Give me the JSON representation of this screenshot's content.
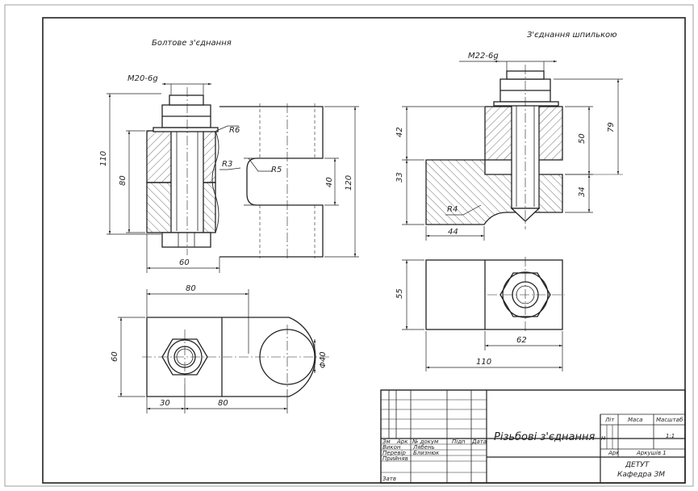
{
  "titles": {
    "bolt": "Болтове з'єднання",
    "stud": "З'єднання шпилькою"
  },
  "bolt_view": {
    "thread": "M20-6g",
    "r6": "R6",
    "r3": "R3",
    "r5": "R5",
    "d110": "110",
    "d80": "80",
    "d60": "60",
    "d40": "40",
    "d120": "120"
  },
  "bolt_plan": {
    "d80top": "80",
    "d60": "60",
    "d30": "30",
    "d80bot": "80",
    "phi40": "Φ40"
  },
  "stud_view": {
    "thread": "M22-6g",
    "d42": "42",
    "d33": "33",
    "d50": "50",
    "d34": "34",
    "d79": "79",
    "r4": "R4",
    "d44": "44"
  },
  "stud_plan": {
    "d55": "55",
    "d62": "62",
    "d110": "110"
  },
  "title_block": {
    "h_zm": "Зм",
    "h_ark": "Арк",
    "h_dok": "№ докум",
    "h_pidp": "Підп",
    "h_data": "Дата",
    "r_vykon": "Викон",
    "r_perev": "Перевір",
    "r_pryin": "Прийняв",
    "r_zatv": "Затв",
    "name1": "Лябень",
    "name2": "Близнюк",
    "lit": "Літ",
    "masa": "Маса",
    "masshtab": "Масштаб",
    "lit_val": "Н",
    "scale_val": "1:1",
    "ark": "Арк",
    "arkushiv": "Аркушів 1",
    "title": "Різьбові з'єднання",
    "org1": "ДЕТУТ",
    "org2": "Кафедра ЗМ"
  }
}
